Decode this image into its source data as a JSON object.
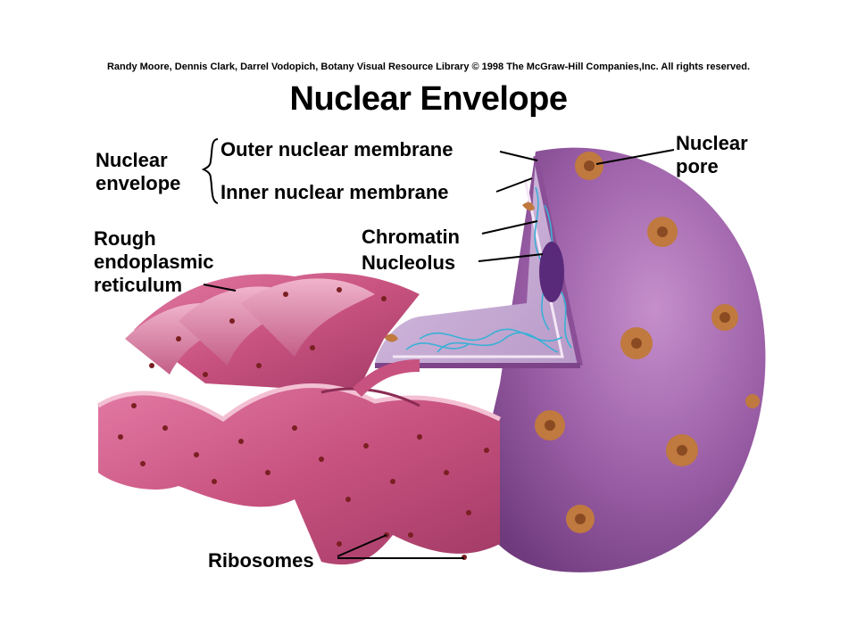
{
  "copyright": "Randy Moore, Dennis Clark, Darrel Vodopich, Botany Visual Resource Library © 1998 The McGraw-Hill Companies,Inc. All rights reserved.",
  "title": "Nuclear Envelope",
  "labels": {
    "nuclear_envelope": [
      "Nuclear",
      "envelope"
    ],
    "outer_membrane": "Outer nuclear membrane",
    "inner_membrane": "Inner nuclear membrane",
    "nuclear_pore": [
      "Nuclear",
      "pore"
    ],
    "chromatin": "Chromatin",
    "nucleolus": "Nucleolus",
    "rough_er": [
      "Rough",
      "endoplasmic",
      "reticulum"
    ],
    "ribosomes": "Ribosomes"
  },
  "colors": {
    "nucleus": "#8a4f96",
    "nucleus_light": "#c58fcb",
    "er": "#c8527f",
    "er_light": "#eaa3bf",
    "pore": "#c0793f",
    "chromatin": "#3ab0d6",
    "ribosome": "#7a1f22"
  }
}
